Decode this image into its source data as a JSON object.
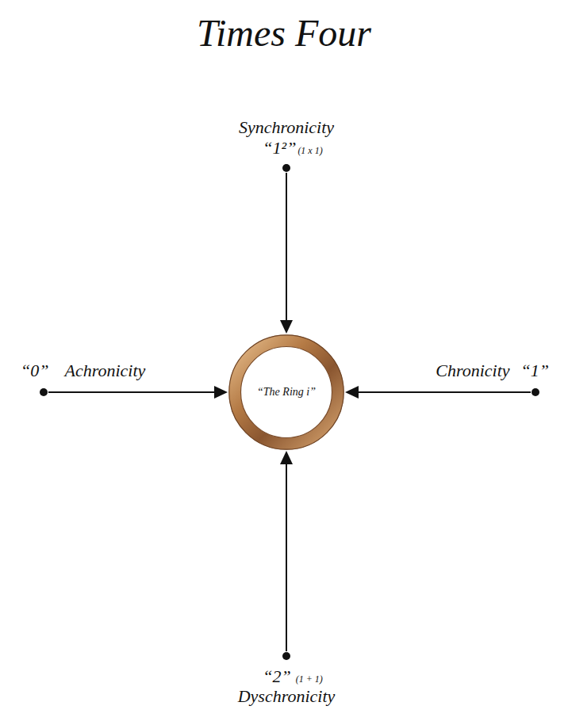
{
  "diagram": {
    "title": "Times Four",
    "nodes": [
      {
        "text": [
          "Synchronicity",
          "“1²”",
          "(1 x 1)"
        ]
      },
      {
        "text": [
          "“0”",
          "Achronicity"
        ]
      },
      {
        "text": [
          "“The Ring i”"
        ]
      },
      {
        "text": [
          "Chronicity",
          "“1”"
        ]
      },
      {
        "text": [
          "“2”",
          "(1 + 1)",
          "Dyschronicity"
        ]
      }
    ],
    "edges": [
      {
        "from": 0,
        "to": 2,
        "arrow": "to"
      },
      {
        "from": 1,
        "to": 2,
        "arrow": "to"
      },
      {
        "from": 3,
        "to": 2,
        "arrow": "to"
      },
      {
        "from": 4,
        "to": 2,
        "arrow": "to"
      }
    ]
  }
}
